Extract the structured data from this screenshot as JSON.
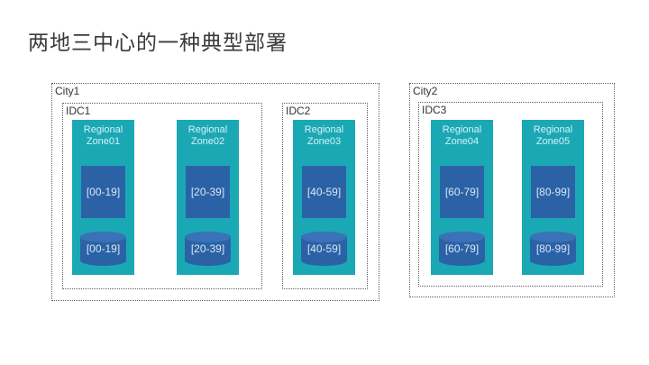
{
  "title": "两地三中心的一种典型部署",
  "cities": [
    {
      "label": "City1",
      "idcs": [
        {
          "label": "IDC1",
          "zones": [
            {
              "name_line1": "Regional",
              "name_line2": "Zone01",
              "range_box": "[00-19]",
              "range_cyl": "[00-19]"
            },
            {
              "name_line1": "Regional",
              "name_line2": "Zone02",
              "range_box": "[20-39]",
              "range_cyl": "[20-39]"
            }
          ]
        },
        {
          "label": "IDC2",
          "zones": [
            {
              "name_line1": "Regional",
              "name_line2": "Zone03",
              "range_box": "[40-59]",
              "range_cyl": "[40-59]"
            }
          ]
        }
      ]
    },
    {
      "label": "City2",
      "idcs": [
        {
          "label": "IDC3",
          "zones": [
            {
              "name_line1": "Regional",
              "name_line2": "Zone04",
              "range_box": "[60-79]",
              "range_cyl": "[60-79]"
            },
            {
              "name_line1": "Regional",
              "name_line2": "Zone05",
              "range_box": "[80-99]",
              "range_cyl": "[80-99]"
            }
          ]
        }
      ]
    }
  ],
  "colors": {
    "zone": "#1ba8b5",
    "storage": "#2b62a6",
    "cylinder_top": "#3a72b8"
  }
}
